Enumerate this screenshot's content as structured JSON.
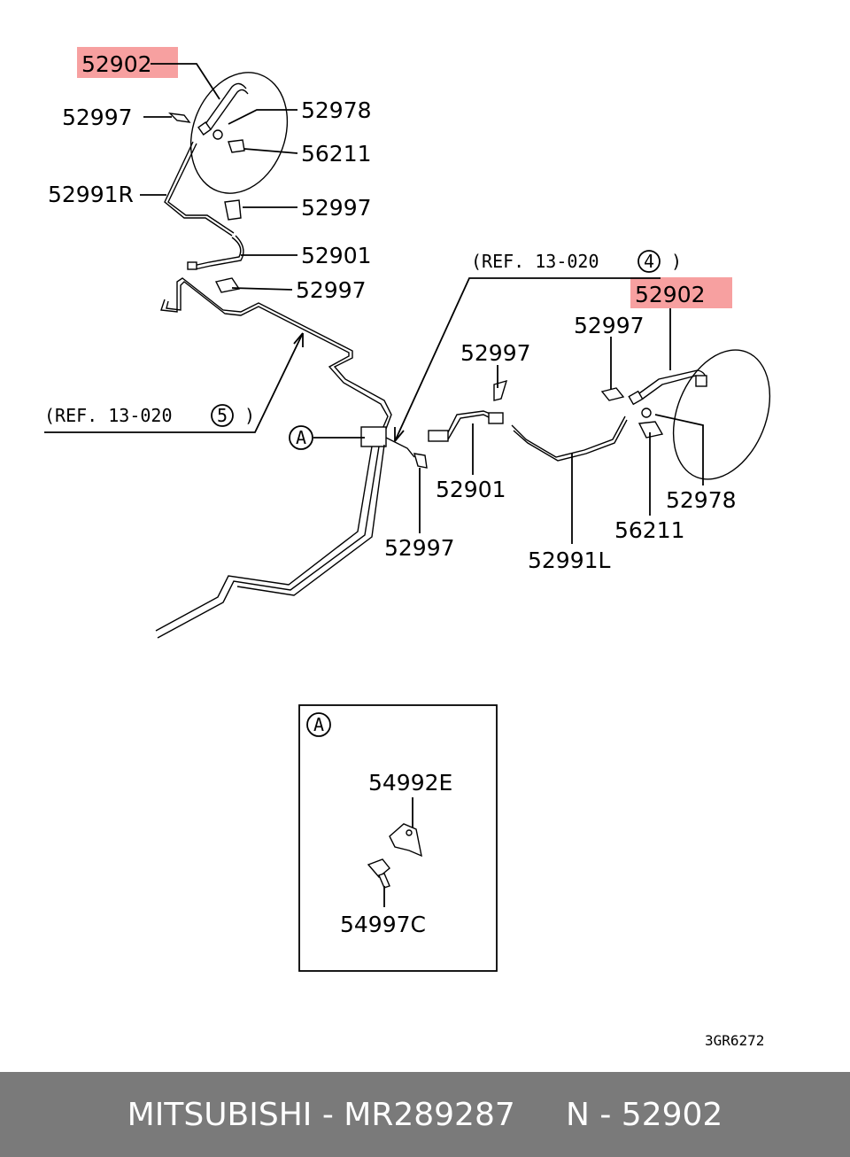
{
  "diagram": {
    "labels": {
      "p52902_a": "52902",
      "p52997_a": "52997",
      "p52978_a": "52978",
      "p56211_a": "56211",
      "p52991R": "52991R",
      "p52997_b": "52997",
      "p52901_a": "52901",
      "p52997_c": "52997",
      "ref4": "(REF. 13-020",
      "ref4_circ": "4",
      "ref4_close": ")",
      "ref5": "(REF. 13-020",
      "ref5_circ": "5",
      "ref5_close": ")",
      "p52902_b": "52902",
      "p52997_d": "52997",
      "p52997_e": "52997",
      "detailA": "A",
      "p52901_b": "52901",
      "p52997_f": "52997",
      "p52991L": "52991L",
      "p56211_b": "56211",
      "p52978_b": "52978",
      "inset_A": "A",
      "p54992E": "54992E",
      "p54997C": "54997C",
      "drawing_code": "3GR6272"
    },
    "highlight_color": "#f7a0a0"
  },
  "footer": {
    "text": "MITSUBISHI - MR289287     N - 52902",
    "background": "#7a7a7a"
  }
}
